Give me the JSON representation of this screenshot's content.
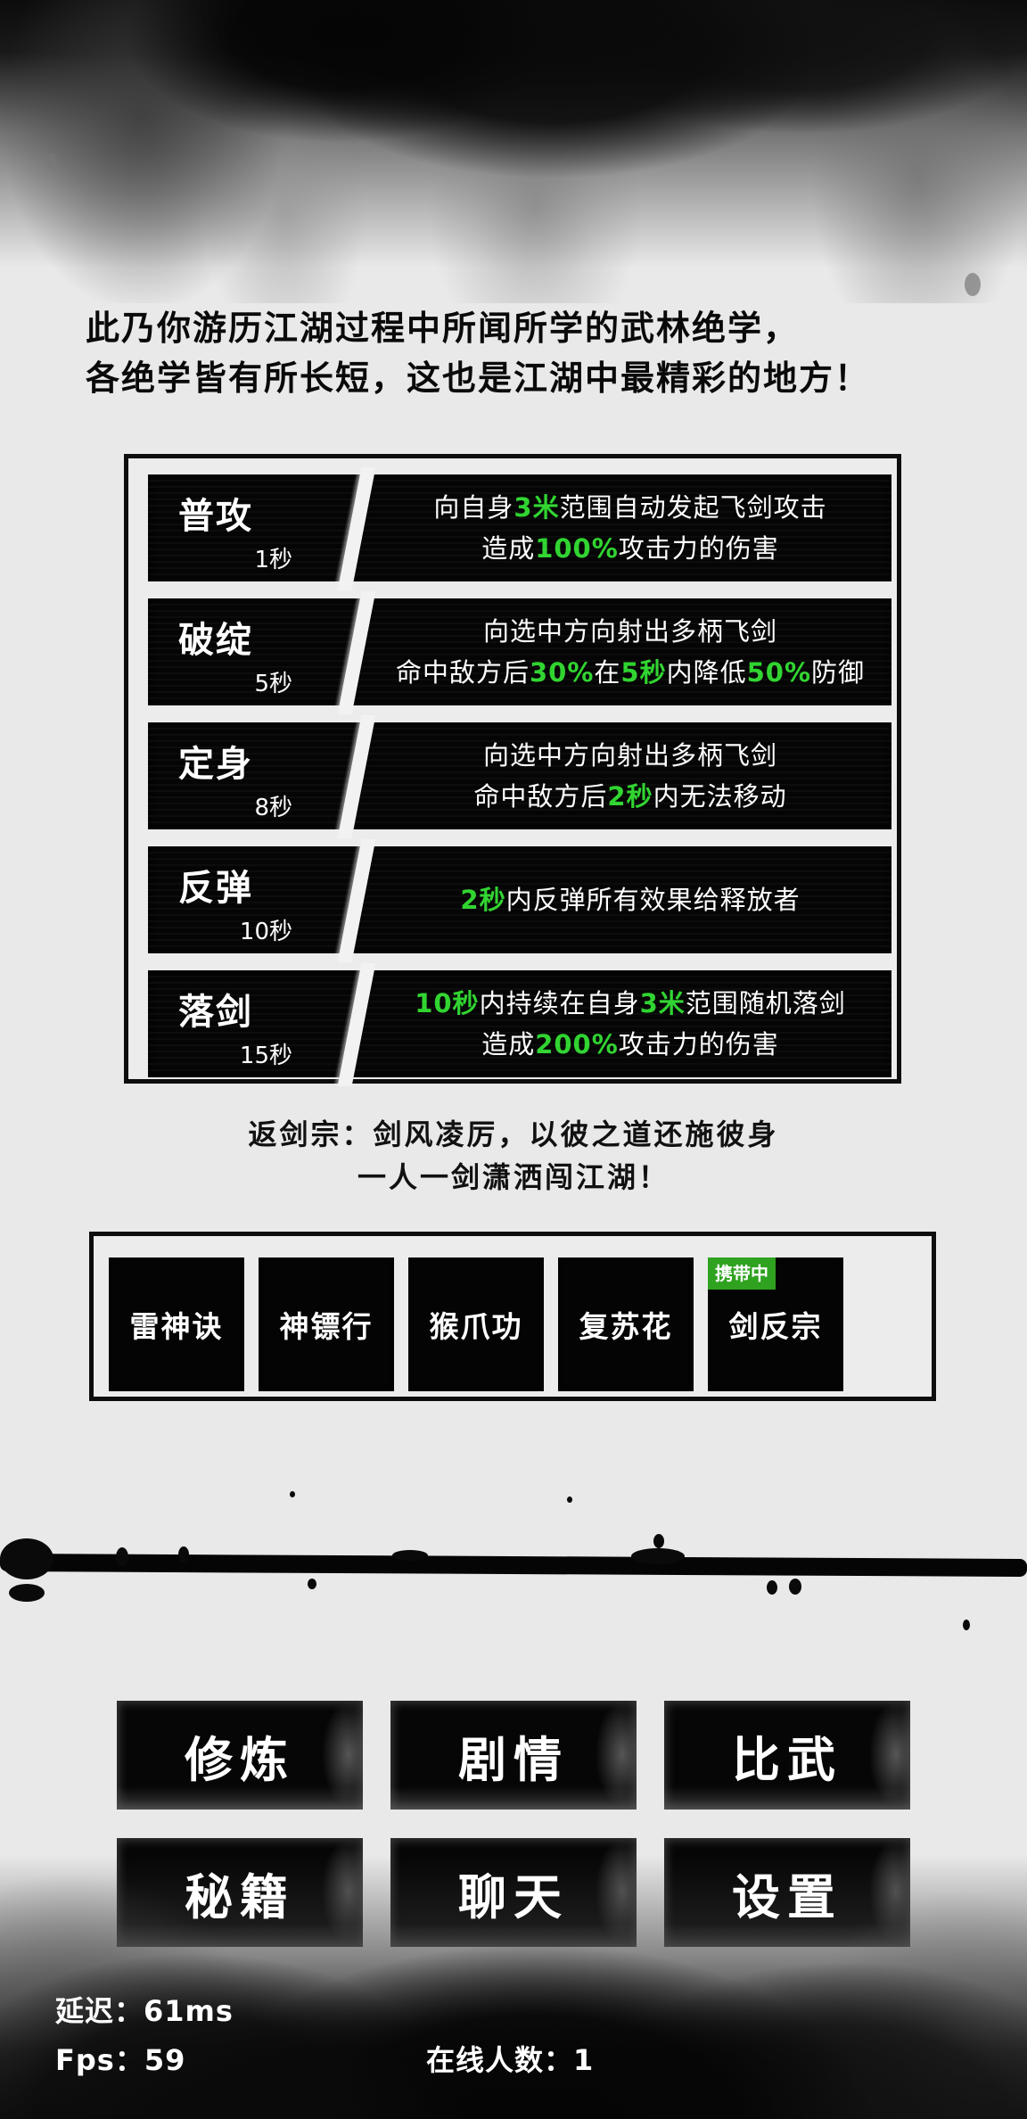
{
  "intro": {
    "line1": "此乃你游历江湖过程中所闻所学的武林绝学，",
    "line2": "各绝学皆有所长短，这也是江湖中最精彩的地方！"
  },
  "skills": [
    {
      "name": "普攻",
      "cooldown": "1秒",
      "lines": [
        [
          {
            "t": "向自身"
          },
          {
            "t": "3米",
            "hl": true
          },
          {
            "t": "范围自动发起飞剑攻击"
          }
        ],
        [
          {
            "t": "造成"
          },
          {
            "t": "100%",
            "hl": true
          },
          {
            "t": "攻击力的伤害"
          }
        ]
      ]
    },
    {
      "name": "破绽",
      "cooldown": "5秒",
      "lines": [
        [
          {
            "t": "向选中方向射出多柄飞剑"
          }
        ],
        [
          {
            "t": "命中敌方后"
          },
          {
            "t": "30%",
            "hl": true
          },
          {
            "t": "在"
          },
          {
            "t": "5秒",
            "hl": true
          },
          {
            "t": "内降低"
          },
          {
            "t": "50%",
            "hl": true
          },
          {
            "t": "防御"
          }
        ]
      ]
    },
    {
      "name": "定身",
      "cooldown": "8秒",
      "lines": [
        [
          {
            "t": "向选中方向射出多柄飞剑"
          }
        ],
        [
          {
            "t": "命中敌方后"
          },
          {
            "t": "2秒",
            "hl": true
          },
          {
            "t": "内无法移动"
          }
        ]
      ]
    },
    {
      "name": "反弹",
      "cooldown": "10秒",
      "lines": [
        [
          {
            "t": "2秒",
            "hl": true
          },
          {
            "t": "内反弹所有效果给释放者"
          }
        ]
      ]
    },
    {
      "name": "落剑",
      "cooldown": "15秒",
      "lines": [
        [
          {
            "t": "10秒",
            "hl": true
          },
          {
            "t": "内持续在自身"
          },
          {
            "t": "3米",
            "hl": true
          },
          {
            "t": "范围随机落剑"
          }
        ],
        [
          {
            "t": "造成"
          },
          {
            "t": "200%",
            "hl": true
          },
          {
            "t": "攻击力的伤害"
          }
        ]
      ]
    }
  ],
  "motto": {
    "line1": "返剑宗：剑风凌厉，以彼之道还施彼身",
    "line2": "一人一剑潇洒闯江湖！"
  },
  "sects": [
    {
      "label": "雷神诀",
      "equipped": false
    },
    {
      "label": "神镖行",
      "equipped": false
    },
    {
      "label": "猴爪功",
      "equipped": false
    },
    {
      "label": "复苏花",
      "equipped": false
    },
    {
      "label": "剑反宗",
      "equipped": true
    }
  ],
  "equipped_badge": "携带中",
  "menu": [
    {
      "id": "train",
      "label": "修炼"
    },
    {
      "id": "story",
      "label": "剧情"
    },
    {
      "id": "duel",
      "label": "比武"
    },
    {
      "id": "secrets",
      "label": "秘籍"
    },
    {
      "id": "chat",
      "label": "聊天"
    },
    {
      "id": "settings",
      "label": "设置"
    }
  ],
  "status": {
    "latency": "延迟：61ms",
    "fps": "Fps：59",
    "online": "在线人数：1"
  },
  "colors": {
    "highlight": "#2fd42f",
    "badge": "#2fa21f",
    "ink": "#050505",
    "paper": "#e9e9e9"
  }
}
